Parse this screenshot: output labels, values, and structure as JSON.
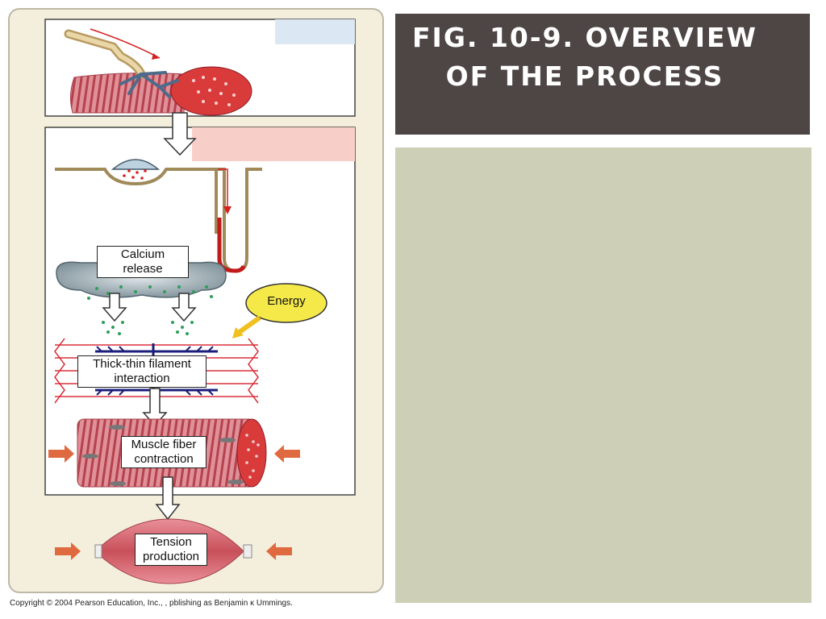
{
  "slide": {
    "title": "Fig. 10-9.  Overview of the Process",
    "copyright": "Copyright © 2004 Pearson Education, Inc., , pblishing as Benjamin ĸ Ummings."
  },
  "figure": {
    "labels": {
      "calcium_release": "Calcium release",
      "energy": "Energy",
      "thick_thin": "Thick-thin filament interaction",
      "muscle_fiber": "Muscle fiber contraction",
      "tension": "Tension production"
    }
  },
  "colors": {
    "title_bg": "#4e4545",
    "content_bg": "#cdcfb6",
    "panel_bg": "#f4efdc",
    "muscle_red": "#c8505a",
    "calcium_green": "#2f9e5a",
    "energy_yellow": "#f5e94a",
    "label_blue_placeholder": "#dbe8f4",
    "label_pink_placeholder": "#f8cfc8"
  }
}
